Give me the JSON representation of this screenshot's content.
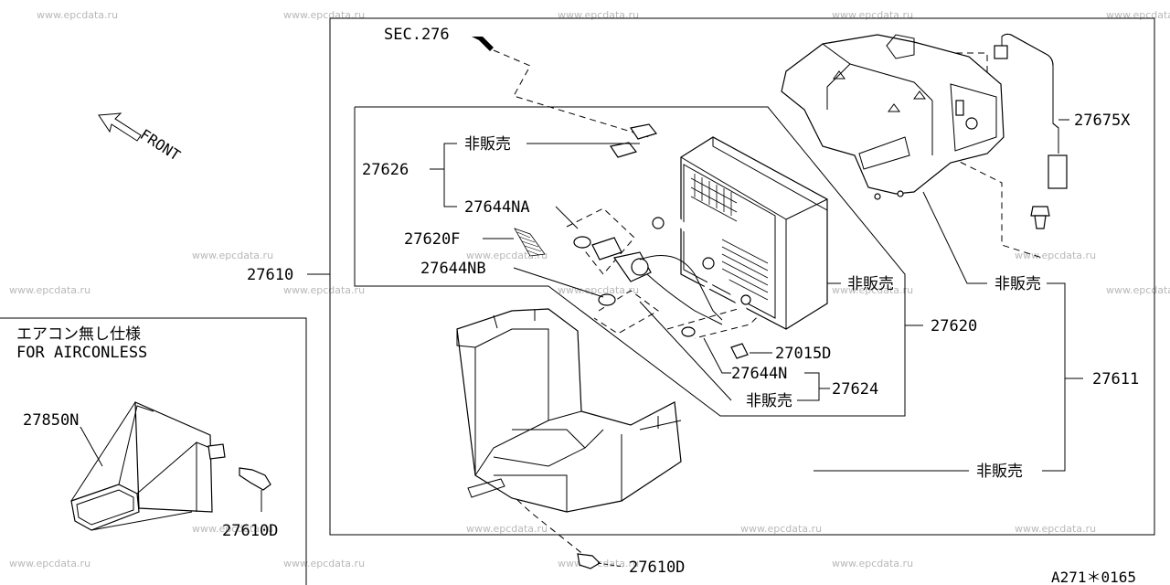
{
  "watermark": "www.epcdata.ru",
  "sec_reference": "SEC.276",
  "front_label": "FRONT",
  "inset": {
    "title_jp": "エアコン無し仕様",
    "title_en": "FOR AIRCONLESS",
    "labels": {
      "duct": "27850N",
      "screw": "27610D"
    }
  },
  "labels": {
    "l27675x": "27675X",
    "l27626": "27626",
    "l27626_top": "非販売",
    "l27644na": "27644NA",
    "l27620f": "27620F",
    "l27644nb": "27644NB",
    "l27610": "27610",
    "evap_ns": "非販売",
    "l27620": "27620",
    "case_ns": "非販売",
    "l27611": "27611",
    "l27015d": "27015D",
    "l27644n": "27644N",
    "l27624": "27624",
    "pipe_ns": "非販売",
    "lower_ns": "非販売",
    "l27610d_bottom": "27610D"
  },
  "diagram_code": "A271＊0165"
}
